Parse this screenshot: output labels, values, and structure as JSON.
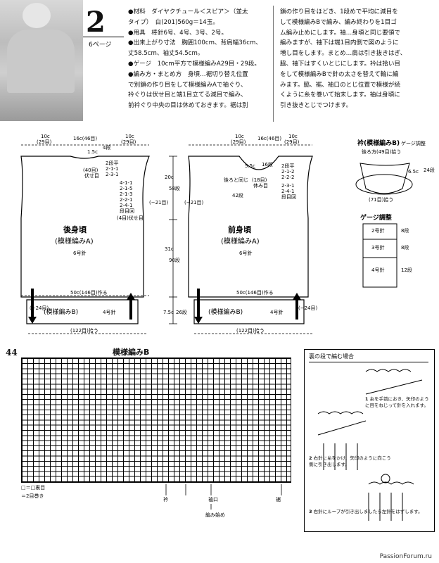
{
  "header": {
    "number": "2",
    "page_ref": "6ページ",
    "col1": [
      "●材料　ダイヤクチュール＜スピア＞（並太",
      "タイプ）　白(201)560g＝14玉。",
      "●用具　棒針6号、4号、3号、2号。",
      "●出来上がり寸法　胸囲100cm、背肩幅36cm、",
      "丈58.5cm、袖丈54.5cm。",
      "●ゲージ　10cm平方で模様編みA29目・29段。",
      "●編み方・まとめ方　身頃…裾切り替え位置",
      "で別鎖の作り目をして模様編みAで袖ぐり、",
      "衿ぐりは伏せ目と端1目立てる減目で編み、",
      "前衿ぐり中央の目は休めておきます。裾は別"
    ],
    "col2": [
      "鎖の作り目をほどき、1段めで平均に減目を",
      "して模様編みBで編み、編み終わりを1目ゴ",
      "ム編み止めにします。袖…身頃と同じ要領で",
      "編みますが、袖下は端1目内側で図のように",
      "増し目をします。まとめ…肩は引き抜きはぎ、",
      "脇、袖下はすくいとじにします。衿は拾い目",
      "をして模様編みBで針の太さを替えて輪に編",
      "みます。脇、裾、袖口のとじ位置で模様が続",
      "くように糸を巻いて始末します。袖は身頃に",
      "引き抜きとじでつけます。"
    ]
  },
  "back": {
    "top_w": "10c",
    "top_w_st": "(29目)",
    "mid_w": "16c(46目)",
    "top_w2": "10c",
    "top_w2_st": "(29目)",
    "neck_h": "1.5c",
    "neck_rows": "4段",
    "neck_st": "(40目)",
    "neck_note": "伏せ目",
    "dec": [
      "2段平",
      "2-1-1",
      "2-3-1"
    ],
    "arm": [
      "4-1-1",
      "2-1-5",
      "2-1-3",
      "2-2-1",
      "2-4-1",
      "段目回"
    ],
    "arm_st": "(4目)伏せ目",
    "side_st": "(−21目)",
    "title": "後身頃",
    "pattern": "(模様編みA)",
    "needle": "6号針",
    "body_w": "50c(146目)作る",
    "rib_st": "(−24目)",
    "rib_pat": "(模様編みB)",
    "rib_needle": "4号針",
    "bottom": "(122目)拾う"
  },
  "dims": {
    "h1": "20c",
    "h1r": "58段",
    "h2": "31c",
    "h2r": "90段",
    "h3": "7.5c",
    "h3r": "26段"
  },
  "front": {
    "top_w": "10c",
    "top_w_st": "(29目)",
    "mid_w": "16c(46目)",
    "top_w2": "10c",
    "top_w2_st": "(29目)",
    "neck_h": "5.5c",
    "neck_rows": "16段",
    "dec": [
      "2段平",
      "2-1-2",
      "2-2-2",
      "(18目)",
      "休み目"
    ],
    "arm": [
      "2-3-1",
      "2-4-1",
      "段目回"
    ],
    "side_note": "後ろと同じ",
    "side_rows": "42段",
    "side_st": "(−21目)",
    "title": "前身頃",
    "pattern": "(模様編みA)",
    "needle": "6号針",
    "body_w": "50c(146目)作る",
    "rib_st": "(−24目)",
    "rib_pat": "(模様編みB)",
    "rib_needle": "4号針",
    "bottom": "(122目)拾う"
  },
  "collar": {
    "title": "衿(模様編みB)",
    "gauge": "ゲージ調整",
    "top": "後ろ方(49目)拾う",
    "h": "6.5c",
    "rows": "24段",
    "bottom": "(71目)拾う"
  },
  "gauge": {
    "title": "ゲージ調整",
    "rows": [
      {
        "needle": "2号針",
        "rows": "8段"
      },
      {
        "needle": "3号針",
        "rows": "8段"
      },
      {
        "needle": "4号針",
        "rows": "12段"
      }
    ]
  },
  "chart": {
    "page": "44",
    "title": "模様編みB",
    "legend1": "□＝□裏目",
    "legend2": "＝2目巻き",
    "labels": [
      "衿",
      "袖口",
      "裾"
    ],
    "start": "編み始め"
  },
  "inset": {
    "title": "裏の段で編む場合",
    "steps": [
      {
        "n": "1",
        "t": "糸を手前におき、矢印のように目をねじって針を入れます。"
      },
      {
        "n": "2",
        "t": "右針に糸をかけ、矢印のように向こう側に引き出します。"
      },
      {
        "n": "3",
        "t": "右針にループが引き出しましたら左針をはずします。"
      }
    ]
  },
  "footer": "PassionForum.ru"
}
